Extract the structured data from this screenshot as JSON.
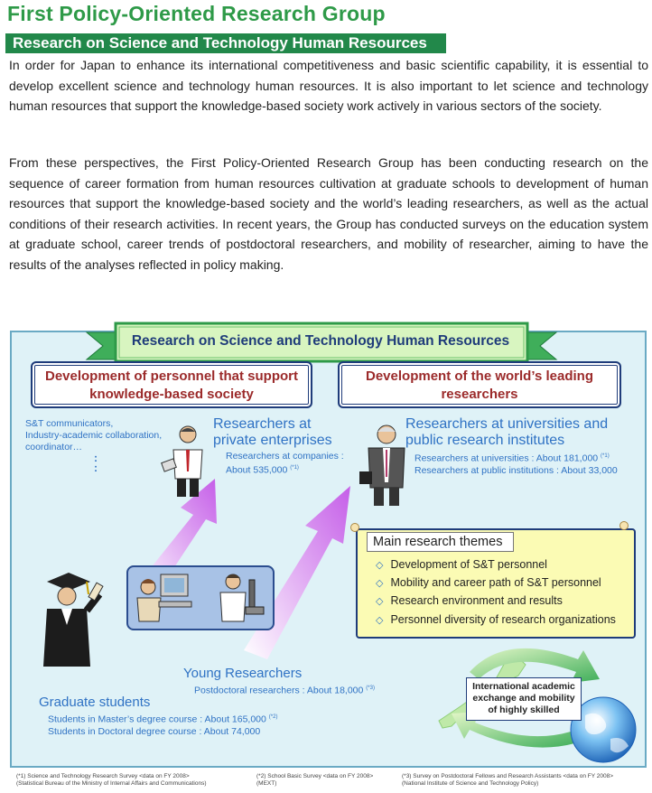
{
  "header": {
    "title": "First Policy-Oriented Research Group",
    "section": "Research on Science and Technology Human Resources"
  },
  "intro": {
    "p1": "In order for Japan to enhance its international competitiveness and basic scientific capability, it is essential to develop excellent science and technology human resources. It is also important to let science and technology human resources that support the knowledge-based society work actively in various sectors of the society.",
    "p2": "From these perspectives, the First Policy-Oriented Research Group has been conducting research on the sequence of career formation from human resources cultivation at graduate schools to development of human resources that support the knowledge-based society and the world’s leading researchers, as well as the actual conditions of their research activities. In recent years, the Group has conducted surveys on the education system at graduate school, career trends of postdoctoral researchers, and mobility of researcher,  aiming to have the results of the analyses reflected in policy making."
  },
  "diagram": {
    "banner": "Research on Science and Technology Human Resources",
    "left_category": {
      "line1": "Development of personnel that support",
      "line2": "knowledge-based society"
    },
    "right_category": {
      "line1": "Development of the world’s leading",
      "line2": "researchers"
    },
    "sectors": {
      "line1": "S&T communicators,",
      "line2": "Industry-academic collaboration,",
      "line3": "coordinator…"
    },
    "private": {
      "line1": "Researchers at",
      "line2": "private enterprises",
      "detail1": "Researchers at companies :",
      "detail2": "About 535,000",
      "note": "(*1)"
    },
    "universities": {
      "line1": "Researchers at universities and",
      "line2": "public research institutes",
      "detail1": "Researchers at universities : About 181,000",
      "note": "(*1)",
      "detail2": "Researchers at public institutions : About 33,000"
    },
    "themes": {
      "title": "Main research themes",
      "items": [
        "Development of S&T personnel",
        "Mobility and career path of S&T personnel",
        "Research environment  and results",
        "Personnel diversity of research organizations"
      ]
    },
    "young": {
      "title": "Young Researchers",
      "detail": "Postdoctoral researchers : About 18,000",
      "note": "(*3)"
    },
    "graduate": {
      "title": "Graduate students",
      "detail1": "Students in Master’s degree course  : About 165,000",
      "note": "(*2)",
      "detail2": "Students in Doctoral degree course  : About 74,000"
    },
    "international": {
      "line1": "International academic",
      "line2": "exchange and mobility",
      "line3": "of  highly skilled"
    }
  },
  "footnotes": {
    "f1a": "(*1) Science and Technology Research Survey <data on FY 2008>",
    "f1b": "(Statistical Bureau of the Ministry of Internal Affairs and Communications)",
    "f2a": "(*2) School Basic Survey <data on FY 2008>",
    "f2b": "(MEXT)",
    "f3a": "(*3) Survey on Postdoctoral Fellows and Research Assistants <data on FY 2008>",
    "f3b": "(National Institute of Science and Technology Policy)"
  },
  "colors": {
    "title_green": "#2e9a48",
    "bar_green": "#22884a",
    "accent_blue": "#2f72c4",
    "navy": "#1f3c7a",
    "maroon": "#9b2a2a"
  }
}
